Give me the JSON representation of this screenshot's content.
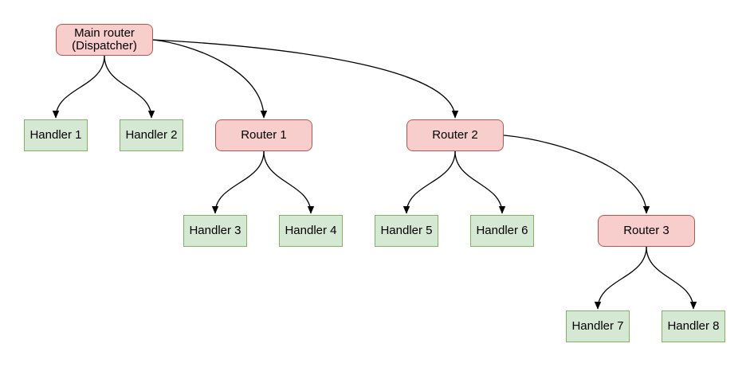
{
  "diagram": {
    "type": "flow-tree",
    "colors": {
      "background": "#ffffff",
      "router_fill": "#f8cecc",
      "router_stroke": "#b85450",
      "handler_fill": "#d5e8d4",
      "handler_stroke": "#82b366",
      "edge_stroke": "#000000",
      "text": "#000000"
    },
    "nodes": [
      {
        "id": "main-router",
        "type": "router",
        "line1": "Main router",
        "line2": "(Dispatcher)"
      },
      {
        "id": "handler-1",
        "type": "handler",
        "label": "Handler 1"
      },
      {
        "id": "handler-2",
        "type": "handler",
        "label": "Handler 2"
      },
      {
        "id": "router-1",
        "type": "router",
        "label": "Router 1"
      },
      {
        "id": "router-2",
        "type": "router",
        "label": "Router 2"
      },
      {
        "id": "handler-3",
        "type": "handler",
        "label": "Handler 3"
      },
      {
        "id": "handler-4",
        "type": "handler",
        "label": "Handler 4"
      },
      {
        "id": "handler-5",
        "type": "handler",
        "label": "Handler 5"
      },
      {
        "id": "handler-6",
        "type": "handler",
        "label": "Handler 6"
      },
      {
        "id": "router-3",
        "type": "router",
        "label": "Router 3"
      },
      {
        "id": "handler-7",
        "type": "handler",
        "label": "Handler 7"
      },
      {
        "id": "handler-8",
        "type": "handler",
        "label": "Handler 8"
      }
    ],
    "edges": [
      {
        "from": "main-router",
        "to": "handler-1"
      },
      {
        "from": "main-router",
        "to": "handler-2"
      },
      {
        "from": "main-router",
        "to": "router-1"
      },
      {
        "from": "main-router",
        "to": "router-2"
      },
      {
        "from": "router-1",
        "to": "handler-3"
      },
      {
        "from": "router-1",
        "to": "handler-4"
      },
      {
        "from": "router-2",
        "to": "handler-5"
      },
      {
        "from": "router-2",
        "to": "handler-6"
      },
      {
        "from": "router-2",
        "to": "router-3"
      },
      {
        "from": "router-3",
        "to": "handler-7"
      },
      {
        "from": "router-3",
        "to": "handler-8"
      }
    ]
  }
}
